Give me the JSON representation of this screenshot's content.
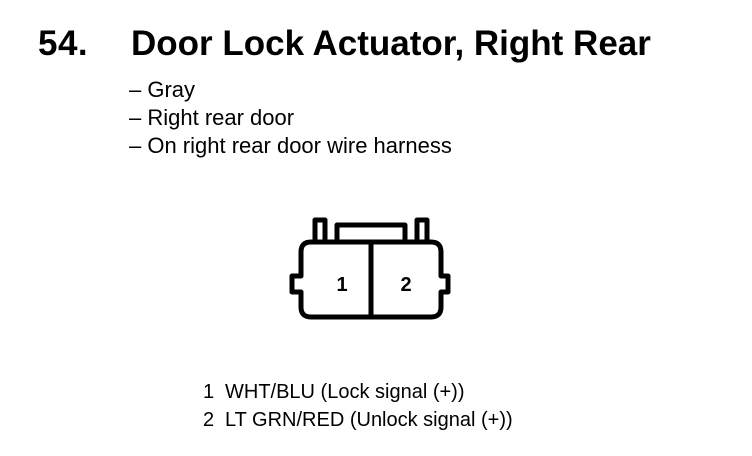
{
  "header": {
    "number": "54.",
    "title": "Door Lock Actuator, Right Rear"
  },
  "details": [
    "– Gray",
    "– Right rear door",
    "– On right rear door wire harness"
  ],
  "connector": {
    "cavities": [
      "1",
      "2"
    ]
  },
  "pins": [
    {
      "number": "1",
      "description": "WHT/BLU (Lock signal (+))"
    },
    {
      "number": "2",
      "description": "LT GRN/RED (Unlock signal (+))"
    }
  ]
}
